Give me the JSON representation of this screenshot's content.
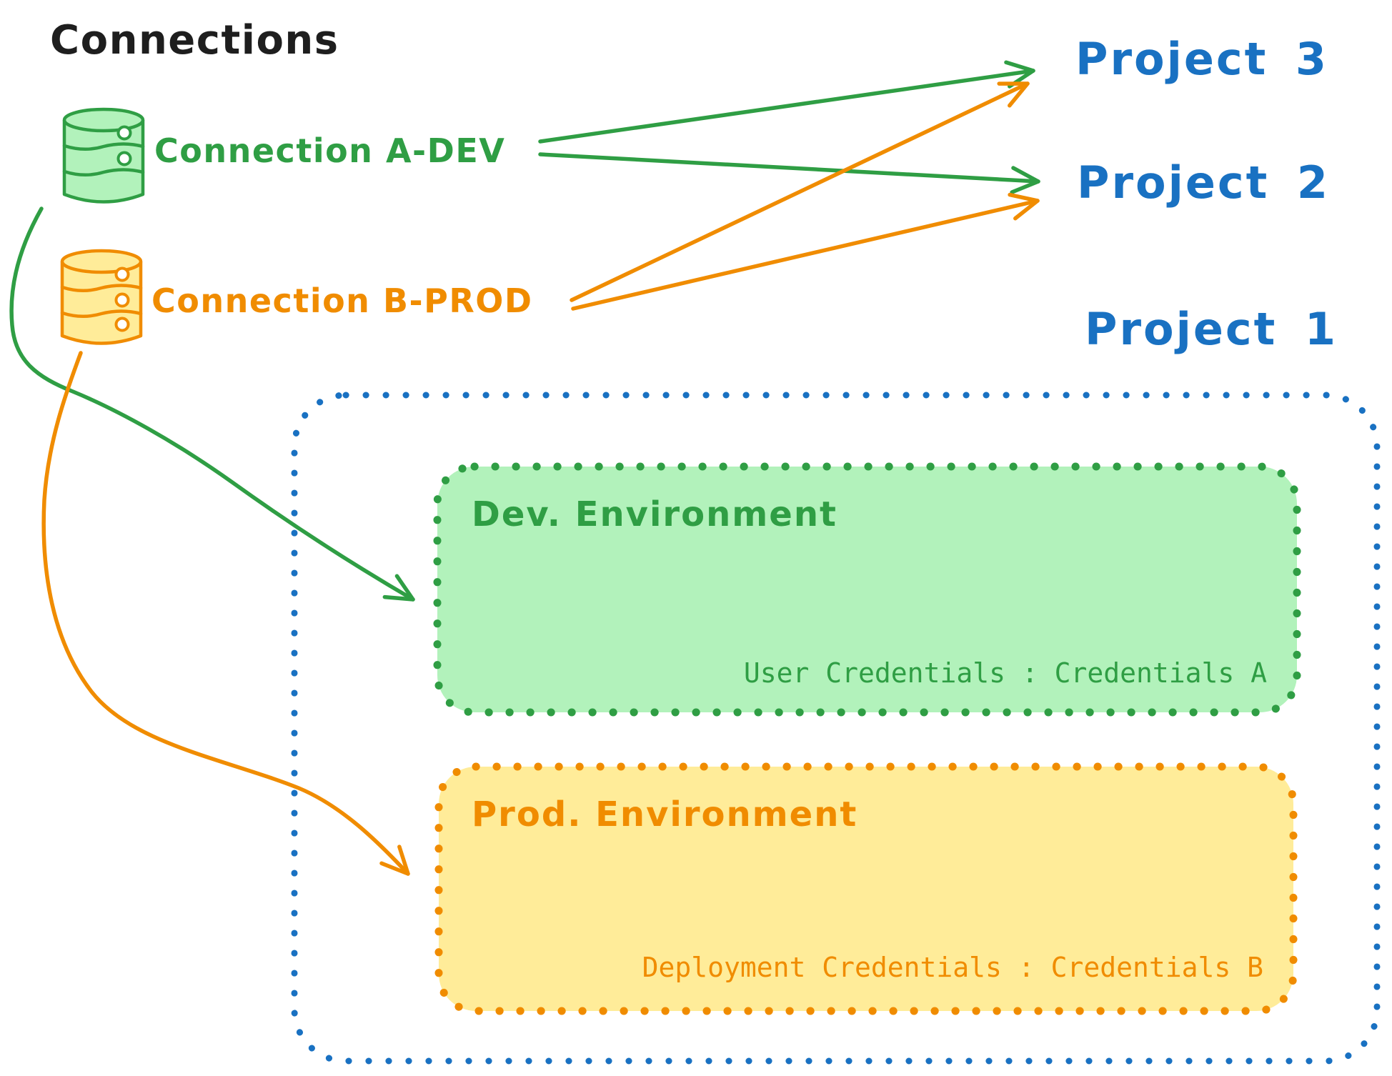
{
  "diagram": {
    "title": "Connections",
    "connections": [
      {
        "name": "Connection A-DEV",
        "type": "database"
      },
      {
        "name": "Connection B-PROD",
        "type": "database"
      }
    ],
    "projects": [
      {
        "name": "Project 3"
      },
      {
        "name": "Project 2"
      },
      {
        "name": "Project 1"
      }
    ],
    "project1_detail": {
      "environments": [
        {
          "title": "Dev. Environment",
          "credentials": "User Credentials : Credentials A"
        },
        {
          "title": "Prod. Environment",
          "credentials": "Deployment Credentials : Credentials B"
        }
      ]
    },
    "edges": [
      {
        "from": "Connection A-DEV",
        "to": "Project 3"
      },
      {
        "from": "Connection A-DEV",
        "to": "Project 2"
      },
      {
        "from": "Connection B-PROD",
        "to": "Project 3"
      },
      {
        "from": "Connection B-PROD",
        "to": "Project 2"
      },
      {
        "from": "Connection A-DEV",
        "to": "Dev. Environment (Project 1)"
      },
      {
        "from": "Connection B-PROD",
        "to": "Prod. Environment (Project 1)"
      }
    ],
    "colors": {
      "black": "#1e1e1e",
      "green": "#2f9e44",
      "green_fill": "#b2f2bb",
      "orange": "#f08c00",
      "orange_fill": "#ffec99",
      "blue": "#1971c2",
      "background": "#ffffff"
    }
  }
}
